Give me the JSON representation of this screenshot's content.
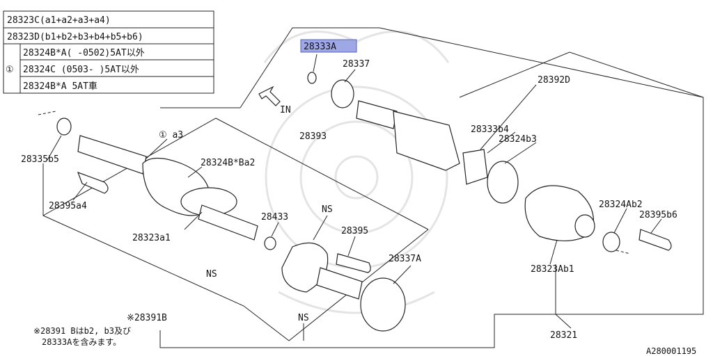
{
  "legend": {
    "row1": "28323C(a1+a2+a3+a4)",
    "row2": "28323D(b1+b2+b3+b4+b5+b6)",
    "circle_mark": "①",
    "sub_rows": [
      "28324B*A( -0502)5AT以外",
      "28324C (0503- )5AT以外",
      "28324B*A 5AT車"
    ]
  },
  "direction": {
    "label": "IN"
  },
  "parts": {
    "p28333A": "28333A",
    "p28337": "28337",
    "p28392D": "28392D",
    "p28333b4": "28333b4",
    "p28324b3": "28324b3",
    "p28393": "28393",
    "p_circle_a3": "① a3",
    "p28324BBa2": "28324B*Ba2",
    "p28335b5": "28335b5",
    "p28395a4": "28395a4",
    "p28433": "28433",
    "p28323a1": "28323a1",
    "p28395": "28395",
    "p28337A": "28337A",
    "p28324Ab2": "28324Ab2",
    "p28395b6": "28395b6",
    "p28323Ab1": "28323Ab1",
    "p28391B": "※28391B",
    "p28321": "28321",
    "ns1": "NS",
    "ns2": "NS",
    "ns3": "NS"
  },
  "note": {
    "line1": "※28391 Bはb2, b3及び",
    "line2": "28333Aを含みます。"
  },
  "diagram_id": "A280001195",
  "colors": {
    "highlight": "#9fa8e6",
    "line": "#222222",
    "watermark": "#e4e4e4"
  }
}
